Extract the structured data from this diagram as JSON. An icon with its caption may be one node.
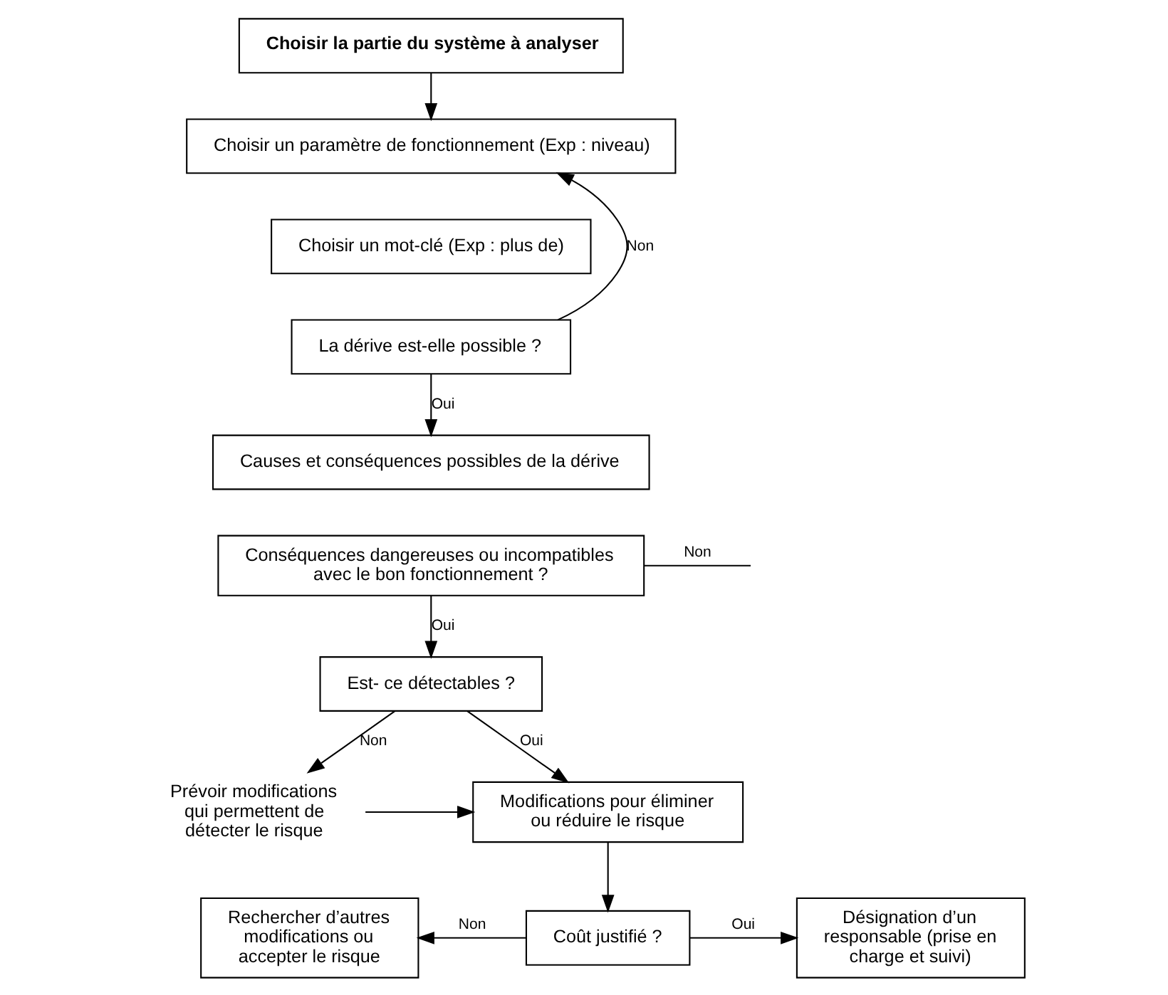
{
  "diagram": {
    "nodes": [
      {
        "text": [
          "Choisir la partie du système à analyser"
        ]
      },
      {
        "text": [
          "Choisir un paramètre de fonctionnement (Exp : niveau)"
        ]
      },
      {
        "text": [
          "Choisir un mot-clé (Exp : plus de)"
        ]
      },
      {
        "text": [
          "La dérive est-elle possible ?"
        ]
      },
      {
        "text": [
          "Causes et conséquences possibles de la dérive"
        ]
      },
      {
        "text": [
          "Conséquences dangereuses ou incompatibles avec le bon fonctionnement ?"
        ]
      },
      {
        "text": [
          "Est- ce détectables ?"
        ]
      },
      {
        "text": [
          "Prévoir modifications qui permettent de détecter le risque"
        ]
      },
      {
        "text": [
          "Modifications pour éliminer ou réduire le risque"
        ]
      },
      {
        "text": [
          "Coût justifié ?"
        ]
      },
      {
        "text": [
          "Rechercher d’autres modifications ou accepter le risque"
        ]
      },
      {
        "text": [
          "Désignation d’un responsable (prise en charge et suivi)"
        ]
      }
    ],
    "edges": [
      {
        "from": 0,
        "to": 1,
        "arrow": "to"
      },
      {
        "from": 3,
        "to": 1,
        "arrow": "to",
        "label": "Non"
      },
      {
        "from": 3,
        "to": 4,
        "arrow": "to",
        "label": "Oui"
      },
      {
        "from": 5,
        "to": null,
        "arrow": "none",
        "label": "Non"
      },
      {
        "from": 5,
        "to": 6,
        "arrow": "to",
        "label": "Oui"
      },
      {
        "from": 6,
        "to": 7,
        "arrow": "to",
        "label": "Non"
      },
      {
        "from": 6,
        "to": 8,
        "arrow": "to",
        "label": "Oui"
      },
      {
        "from": 7,
        "to": 8,
        "arrow": "to"
      },
      {
        "from": 8,
        "to": 9,
        "arrow": "to"
      },
      {
        "from": 9,
        "to": 10,
        "arrow": "to",
        "label": "Non"
      },
      {
        "from": 9,
        "to": 11,
        "arrow": "to",
        "label": "Oui"
      }
    ]
  }
}
